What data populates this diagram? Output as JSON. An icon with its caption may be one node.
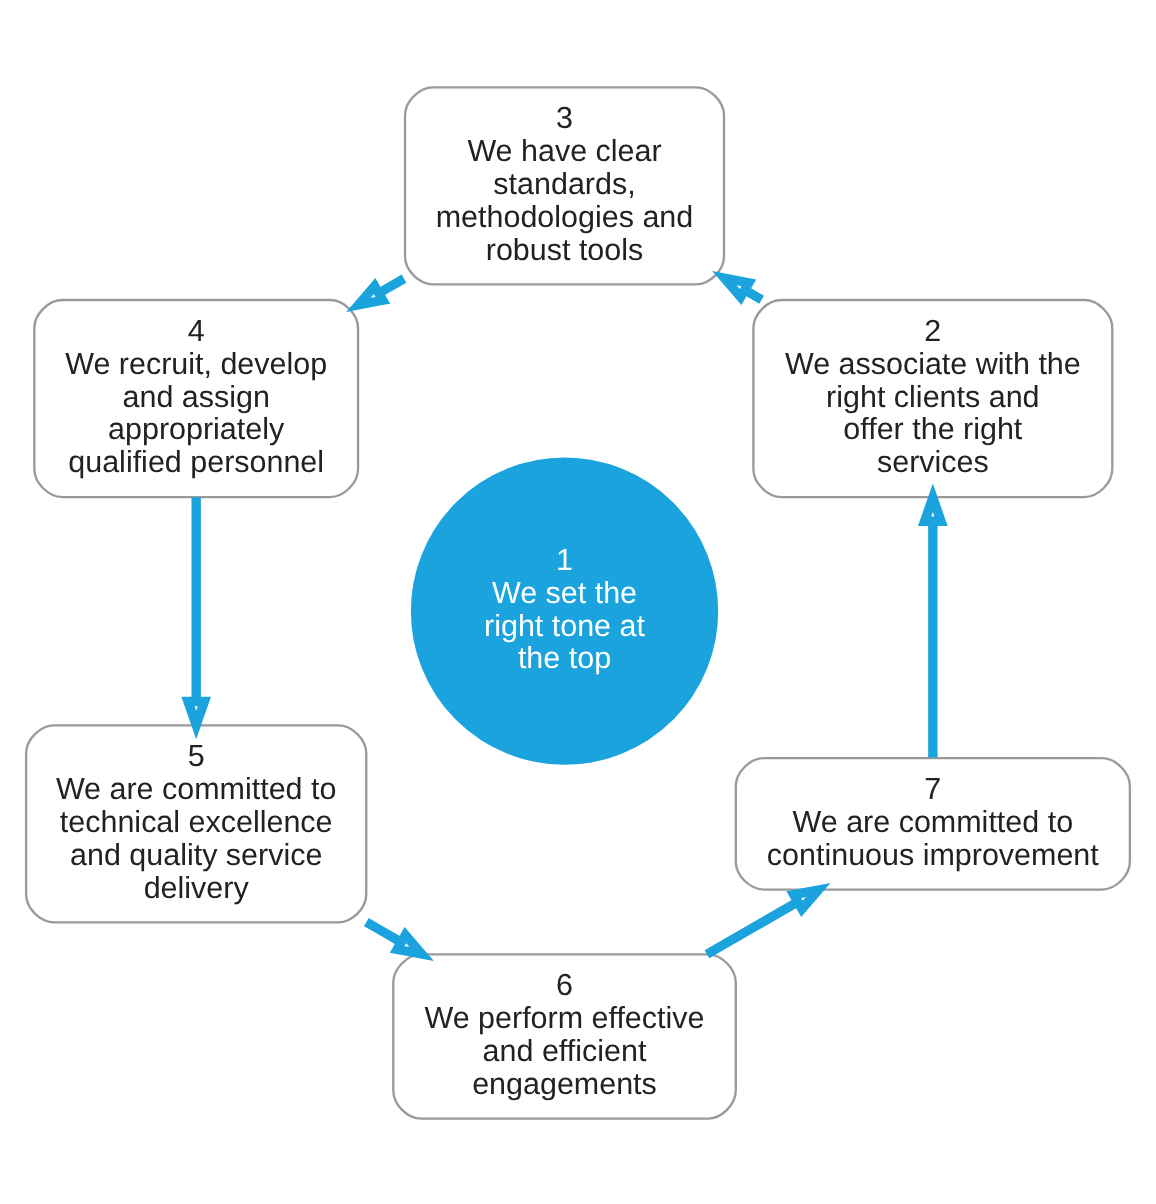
{
  "diagram": {
    "nodes": [
      {
        "text": [
          "1",
          "We set the right tone at the top"
        ]
      },
      {
        "text": [
          "2",
          "We associate with the right clients and offer the right services"
        ]
      },
      {
        "text": [
          "3",
          "We have clear standards, methodologies and robust tools"
        ]
      },
      {
        "text": [
          "4",
          "We recruit, develop and assign appropriately qualified personnel"
        ]
      },
      {
        "text": [
          "5",
          "We are committed to technical excellence and quality service delivery"
        ]
      },
      {
        "text": [
          "6",
          "We perform effective and efficient engagements"
        ]
      },
      {
        "text": [
          "7",
          "We are committed to continuous improvement"
        ]
      }
    ],
    "edges": [
      {
        "from": 1,
        "to": 2,
        "arrow": "to"
      },
      {
        "from": 2,
        "to": 3,
        "arrow": "to"
      },
      {
        "from": 3,
        "to": 4,
        "arrow": "to"
      },
      {
        "from": 4,
        "to": 5,
        "arrow": "to"
      },
      {
        "from": 5,
        "to": 6,
        "arrow": "to"
      },
      {
        "from": 6,
        "to": 1,
        "arrow": "to"
      }
    ]
  }
}
